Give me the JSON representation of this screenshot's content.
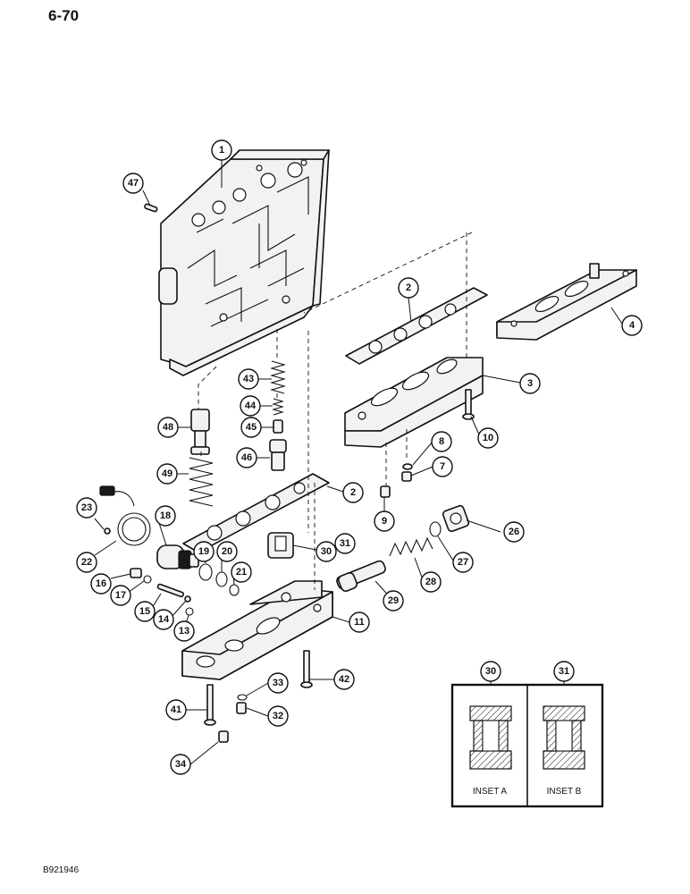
{
  "page": {
    "page_number": "6-70",
    "drawing_code": "B921946"
  },
  "callouts": [
    {
      "label": "1"
    },
    {
      "label": "47"
    },
    {
      "label": "2"
    },
    {
      "label": "4"
    },
    {
      "label": "3"
    },
    {
      "label": "43"
    },
    {
      "label": "44"
    },
    {
      "label": "45"
    },
    {
      "label": "48"
    },
    {
      "label": "46"
    },
    {
      "label": "10"
    },
    {
      "label": "8"
    },
    {
      "label": "7"
    },
    {
      "label": "49"
    },
    {
      "label": "2"
    },
    {
      "label": "9"
    },
    {
      "label": "23"
    },
    {
      "label": "18"
    },
    {
      "label": "26"
    },
    {
      "label": "22"
    },
    {
      "label": "19"
    },
    {
      "label": "20"
    },
    {
      "label": "30"
    },
    {
      "label": "31"
    },
    {
      "label": "27"
    },
    {
      "label": "21"
    },
    {
      "label": "16"
    },
    {
      "label": "17"
    },
    {
      "label": "28"
    },
    {
      "label": "29"
    },
    {
      "label": "15"
    },
    {
      "label": "14"
    },
    {
      "label": "13"
    },
    {
      "label": "11"
    },
    {
      "label": "42"
    },
    {
      "label": "33"
    },
    {
      "label": "41"
    },
    {
      "label": "32"
    },
    {
      "label": "34"
    }
  ],
  "insets": [
    {
      "callout": "30",
      "caption": "INSET A"
    },
    {
      "callout": "31",
      "caption": "INSET B"
    }
  ]
}
